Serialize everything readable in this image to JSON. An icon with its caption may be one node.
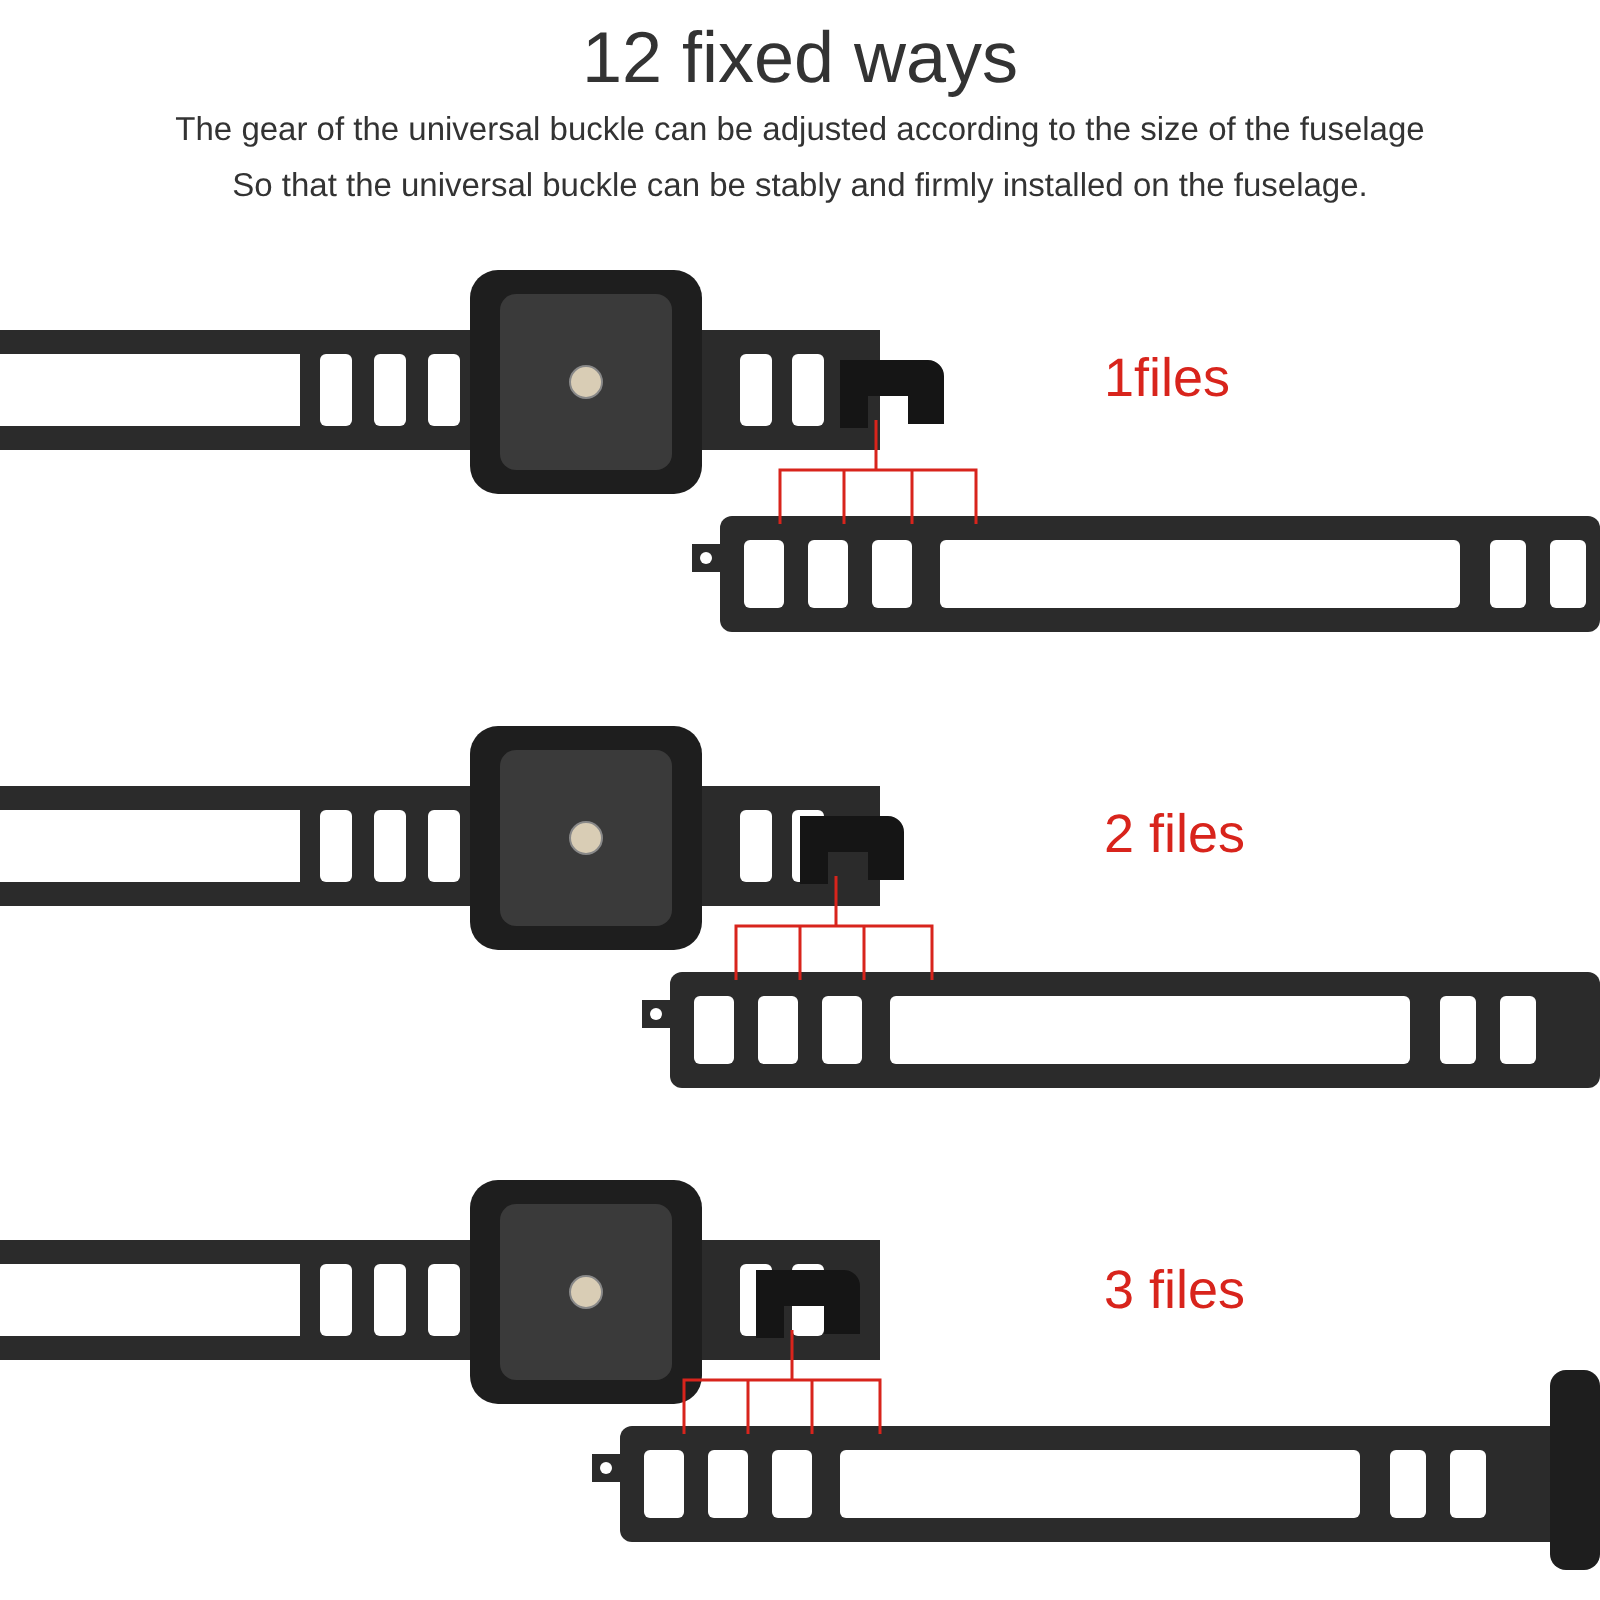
{
  "diagram": {
    "title": "12 fixed ways",
    "labels": [
      "The gear of the universal buckle can be adjusted according to the size of the fuselage",
      "So that the universal buckle can be stably and firmly installed on the fuselage.",
      "1files",
      "2 files",
      "3 files"
    ]
  }
}
